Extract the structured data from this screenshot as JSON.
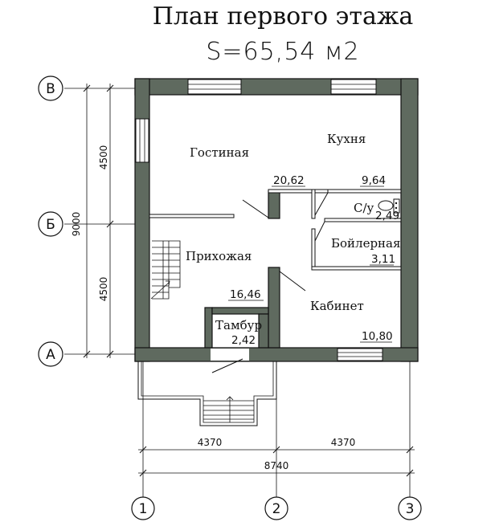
{
  "title": "План первого этажа",
  "subtitle": "S=65,54 м2",
  "rooms": {
    "living": {
      "name": "Гостиная",
      "area": "20,62"
    },
    "kitchen": {
      "name": "Кухня",
      "area": "9,64"
    },
    "bathroom": {
      "name": "С/у",
      "area": "2,49"
    },
    "boiler": {
      "name": "Бойлерная",
      "area": "3,11"
    },
    "hall": {
      "name": "Прихожая",
      "area": "16,46"
    },
    "office": {
      "name": "Кабинет",
      "area": "10,80"
    },
    "vestibule": {
      "name": "Тамбур",
      "area": "2,42"
    }
  },
  "axes": {
    "rows": [
      "В",
      "Б",
      "А"
    ],
    "cols": [
      "1",
      "2",
      "3"
    ]
  },
  "dimensions": {
    "left_total": "9000",
    "left_upper": "4500",
    "left_lower": "4500",
    "bottom_left": "4370",
    "bottom_right": "4370",
    "bottom_total": "8740"
  },
  "colors": {
    "wall_fill": "#5f6a5f",
    "line": "#111111",
    "background": "#ffffff"
  }
}
